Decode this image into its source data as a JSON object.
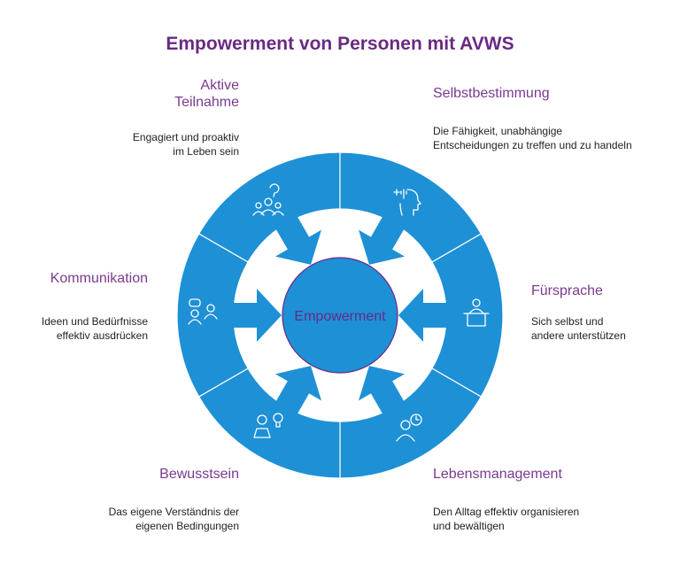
{
  "title": "Empowerment von Personen mit AVWS",
  "center_label": "Empowerment",
  "colors": {
    "ring": "#1e90d6",
    "accent": "#6a2a82",
    "text": "#222222",
    "center_fill": "#1e90d6"
  },
  "segments": [
    {
      "key": "aktive",
      "title_line1": "Aktive",
      "title_line2": "Teilnahme",
      "desc_line1": "Engagiert und proaktiv",
      "desc_line2": "im Leben sein",
      "icon": "group-icon"
    },
    {
      "key": "selbst",
      "title_line1": "Selbstbestimmung",
      "desc_line1": "Die Fähigkeit, unabhängige",
      "desc_line2": "Entscheidungen zu treffen und zu handeln",
      "icon": "head-choice-icon"
    },
    {
      "key": "fuersprache",
      "title_line1": "Fürsprache",
      "desc_line1": "Sich selbst und",
      "desc_line2": "andere unterstützen",
      "icon": "podium-speaker-icon"
    },
    {
      "key": "leben",
      "title_line1": "Lebensmanagement",
      "desc_line1": "Den Alltag effektiv organisieren",
      "desc_line2": "und bewältigen",
      "icon": "person-clock-icon"
    },
    {
      "key": "bewusst",
      "title_line1": "Bewusstsein",
      "desc_line1": "Das eigene Verständnis der",
      "desc_line2": "eigenen Bedingungen",
      "icon": "person-lightbulb-icon"
    },
    {
      "key": "kommunikation",
      "title_line1": "Kommunikation",
      "desc_line1": "Ideen und Bedürfnisse",
      "desc_line2": "effektiv ausdrücken",
      "icon": "chat-people-icon"
    }
  ]
}
